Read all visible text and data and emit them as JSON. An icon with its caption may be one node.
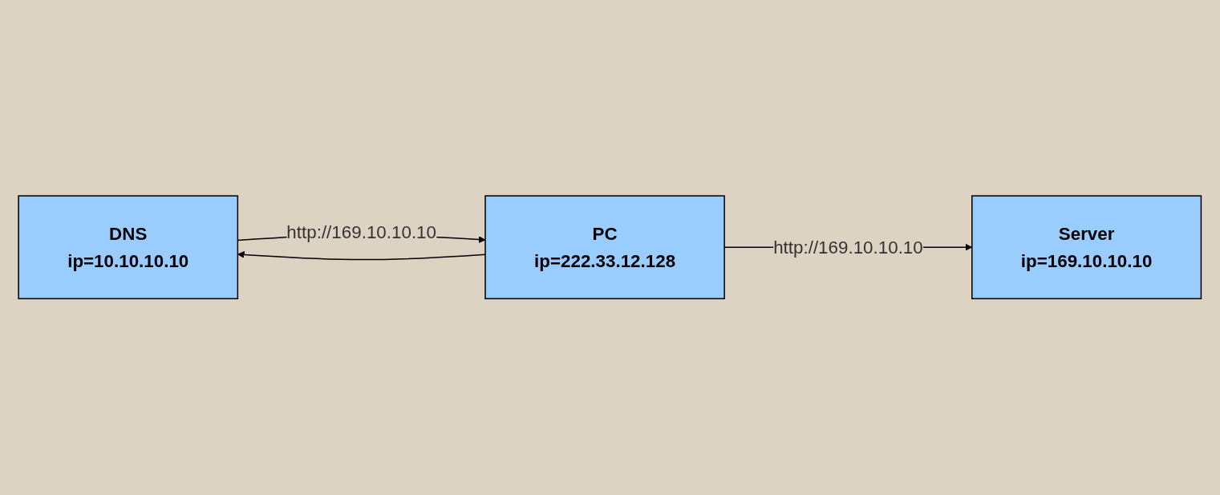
{
  "diagram": {
    "nodes": [
      {
        "text": [
          "DNS",
          "ip=10.10.10.10"
        ]
      },
      {
        "text": [
          "PC",
          "ip=222.33.12.128"
        ]
      },
      {
        "text": [
          "Server",
          "ip=169.10.10.10"
        ]
      }
    ],
    "edges": [
      {
        "from": 0,
        "to": 1,
        "arrow": "to",
        "label": "http://169.10.10.10"
      },
      {
        "from": 1,
        "to": 0,
        "arrow": "to"
      },
      {
        "from": 1,
        "to": 2,
        "arrow": "to",
        "label": "http://169.10.10.10"
      }
    ]
  }
}
